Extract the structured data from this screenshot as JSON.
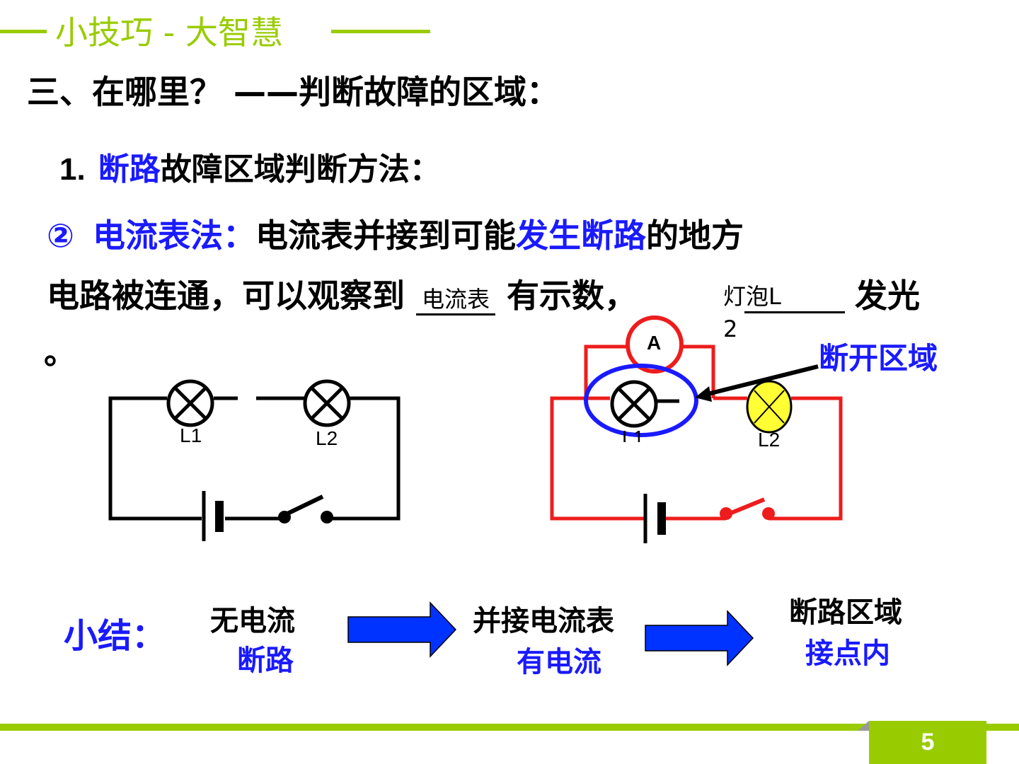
{
  "header": {
    "title": "小技巧 - 大智慧",
    "accent_color": "#99cc00"
  },
  "heading": {
    "text": "三、在哪里？ ——判断故障的区域："
  },
  "subheading": {
    "number": "1.",
    "highlight": "断路",
    "rest": "故障区域判断方法："
  },
  "paragraph": {
    "marker": "②",
    "method_label": "电流表法：",
    "text_a": "电流表并接到可能",
    "highlight": "发生断路",
    "text_b": "的地方",
    "line2_a": "电路被连通，可以观察到",
    "blank1": "电流表",
    "line2_b": "有示数，",
    "blank2_top": "灯泡L",
    "blank2_bottom": "2",
    "line2_c": "发光",
    "line3": "。"
  },
  "circuit_left": {
    "lamp1_label": "L1",
    "lamp2_label": "L2"
  },
  "circuit_right": {
    "lamp1_label": "L1",
    "lamp2_label": "L2",
    "ammeter_label": "A",
    "region_label": "断开区域",
    "wire_color": "#ee1c1c",
    "highlight_color": "#1a1aff",
    "lit_lamp_color": "#ffff33"
  },
  "summary": {
    "title": "小结：",
    "step1_top": "无电流",
    "step1_bottom": "断路",
    "step2_top": "并接电流表",
    "step2_bottom": "有电流",
    "step3_top": "断路区域",
    "step3_bottom": "接点内"
  },
  "footer": {
    "page_number": "5"
  }
}
